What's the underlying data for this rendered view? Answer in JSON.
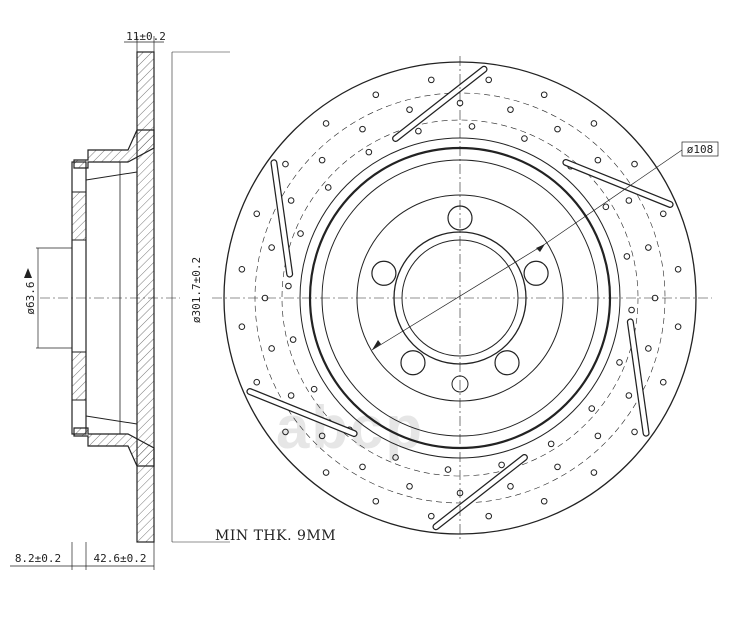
{
  "drawing": {
    "dimensions": {
      "thickness": "11±0.2",
      "hub_bore": "ø63.6",
      "outer_diameter": "ø301.7±0.2",
      "bolt_circle": "ø108",
      "offset_small": "8.2±0.2",
      "offset_height": "42.6±0.2"
    },
    "note": "MIN THK. 9MM",
    "watermark": "abcp"
  }
}
